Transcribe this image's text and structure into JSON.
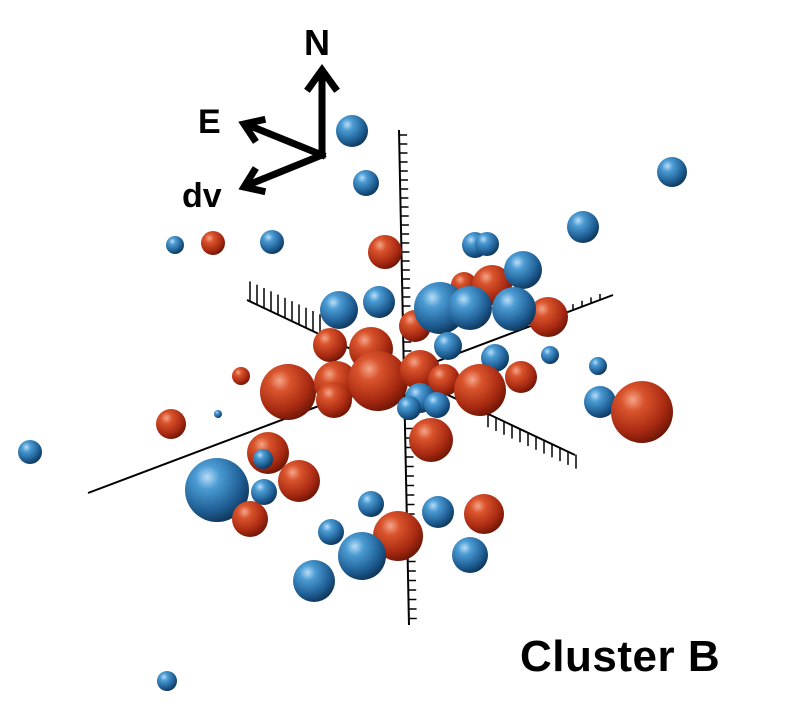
{
  "compass": {
    "north": "N",
    "east": "E",
    "dv": "dv"
  },
  "cluster_label": "Cluster B",
  "colors": {
    "red": "#c0391c",
    "blue": "#2f7db8",
    "axis": "#000000"
  }
}
